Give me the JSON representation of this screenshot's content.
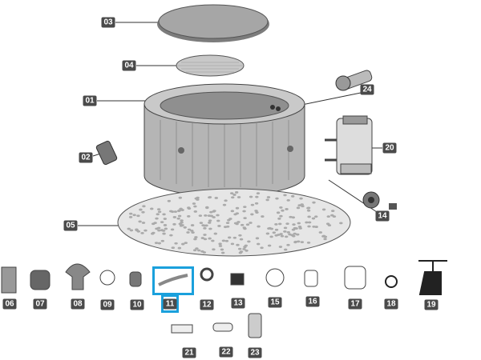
{
  "title": "Spa parts diagram",
  "highlight_color": "#1aa0dc",
  "selected_part": "11",
  "parts": {
    "p01": "01",
    "p02": "02",
    "p03": "03",
    "p04": "04",
    "p05": "05",
    "p06": "06",
    "p07": "07",
    "p08": "08",
    "p09": "09",
    "p10": "10",
    "p11": "11",
    "p12": "12",
    "p13": "13",
    "p14": "14",
    "p15": "15",
    "p16": "16",
    "p17": "17",
    "p18": "18",
    "p19": "19",
    "p20": "20",
    "p21": "21",
    "p22": "22",
    "p23": "23",
    "p24": "24"
  }
}
